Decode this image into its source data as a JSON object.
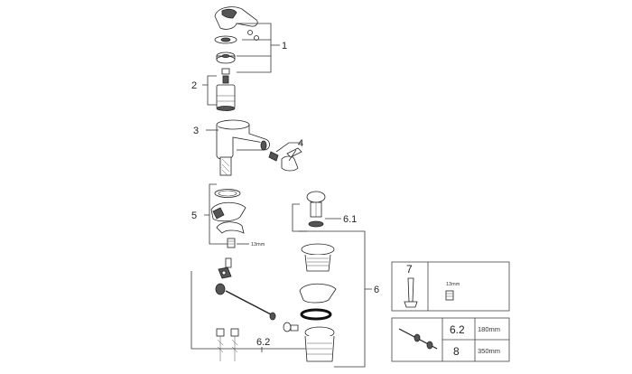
{
  "callouts": {
    "c1": "1",
    "c2": "2",
    "c3": "3",
    "c4": "4",
    "c5": "5",
    "c6": "6",
    "c6_1": "6.1",
    "c6_2": "6.2"
  },
  "dimension": "13mm",
  "inset_top": {
    "number": "7",
    "dimension": "13mm"
  },
  "inset_bottom": {
    "rows": [
      {
        "number": "6.2",
        "length": "180mm"
      },
      {
        "number": "8",
        "length": "350mm"
      }
    ]
  }
}
